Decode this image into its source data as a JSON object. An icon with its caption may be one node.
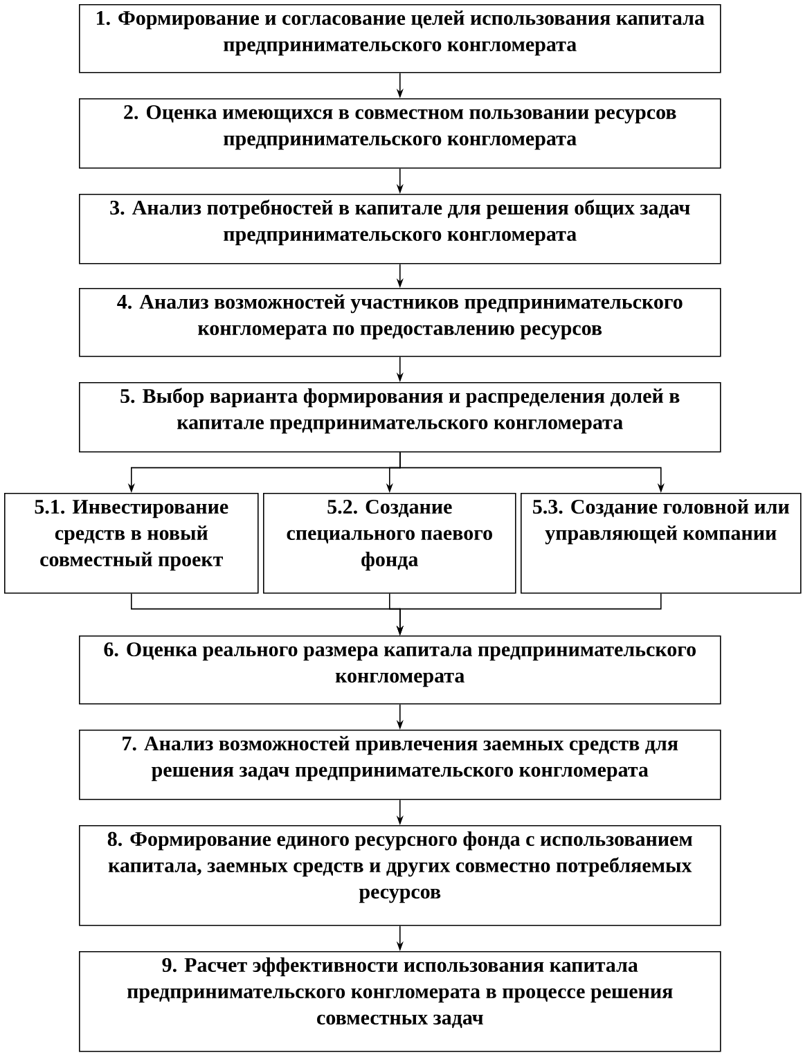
{
  "diagram": {
    "nodes": [
      {
        "text": [
          "1. Формирование и согласование целей использования капитала предпринимательского конгломерата"
        ]
      },
      {
        "text": [
          "2. Оценка имеющихся в совместном пользовании ресурсов предпринимательского конгломерата"
        ]
      },
      {
        "text": [
          "3. Анализ потребностей в капитале для решения общих задач предпринимательского конгломерата"
        ]
      },
      {
        "text": [
          "4. Анализ возможностей участников предпринимательского конгломерата по предоставлению ресурсов"
        ]
      },
      {
        "text": [
          "5. Выбор варианта формирования и распределения долей в капитале предпринимательского конгломерата"
        ]
      },
      {
        "text": [
          "5.1. Инвестирование средств в новый совместный проект"
        ]
      },
      {
        "text": [
          "5.2. Создание специального паевого фонда"
        ]
      },
      {
        "text": [
          "5.3. Создание головной или управляющей компании"
        ]
      },
      {
        "text": [
          "6. Оценка реального размера капитала предпринимательского конгломерата"
        ]
      },
      {
        "text": [
          "7. Анализ возможностей привлечения заемных средств для решения задач предпринимательского конгломерата"
        ]
      },
      {
        "text": [
          "8. Формирование единого ресурсного фонда с использованием капитала, заемных средств и других совместно потребляемых ресурсов"
        ]
      },
      {
        "text": [
          "9. Расчет эффективности использования капитала предпринимательского конгломерата в процессе решения совместных задач"
        ]
      }
    ],
    "edges": [
      {
        "from": 0,
        "to": 1,
        "arrow": "to"
      },
      {
        "from": 1,
        "to": 2,
        "arrow": "to"
      },
      {
        "from": 2,
        "to": 3,
        "arrow": "to"
      },
      {
        "from": 3,
        "to": 4,
        "arrow": "to"
      },
      {
        "from": 4,
        "to": 5,
        "arrow": "to"
      },
      {
        "from": 4,
        "to": 6,
        "arrow": "to"
      },
      {
        "from": 4,
        "to": 7,
        "arrow": "to"
      },
      {
        "from": 5,
        "to": 8,
        "arrow": "to"
      },
      {
        "from": 6,
        "to": 8,
        "arrow": "to"
      },
      {
        "from": 7,
        "to": 8,
        "arrow": "to"
      },
      {
        "from": 8,
        "to": 9,
        "arrow": "to"
      },
      {
        "from": 9,
        "to": 10,
        "arrow": "to"
      },
      {
        "from": 10,
        "to": 11,
        "arrow": "to"
      }
    ]
  }
}
